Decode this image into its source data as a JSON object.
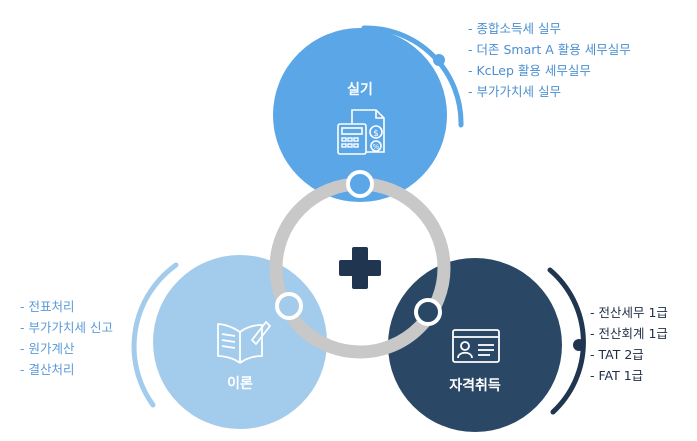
{
  "circles": {
    "practical": {
      "label": "실기",
      "color": "#5aa6e6",
      "icon": "calculator-invoice-icon",
      "items": [
        "- 종합소득세 실무",
        "- 더존 Smart A 활용 세무실무",
        "- KcLep 활용 세무실무",
        "- 부가가치세 실무"
      ]
    },
    "theory": {
      "label": "이론",
      "color": "#a3cbeb",
      "icon": "open-book-pen-icon",
      "items": [
        "- 전표처리",
        "- 부가가치세 신고",
        "- 원가계산",
        "- 결산처리"
      ]
    },
    "certification": {
      "label": "자격취득",
      "color": "#2b4766",
      "icon": "id-card-icon",
      "items": [
        "- 전산세무 1급",
        "- 전산회계 1급",
        "- TAT 2급",
        "- FAT 1급"
      ]
    }
  },
  "center": {
    "icon": "plus-icon",
    "ring_color": "#c8c8c8",
    "plus_color": "#1f3550"
  },
  "colors": {
    "arc_practical": "#5aa6e6",
    "arc_theory": "#a3cbeb",
    "arc_cert": "#1f3550"
  }
}
